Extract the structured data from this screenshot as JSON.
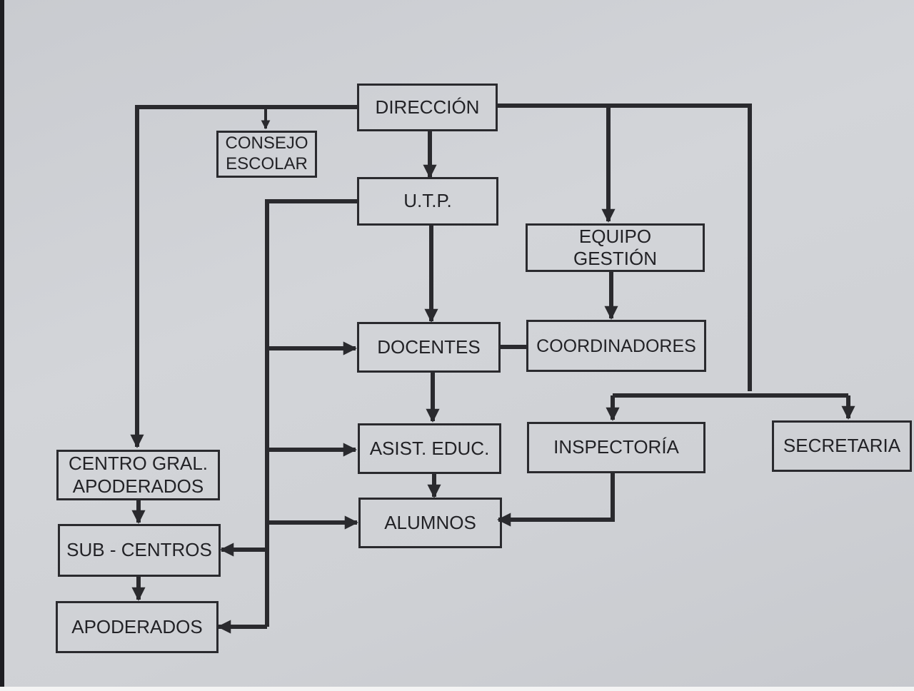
{
  "diagram": {
    "type": "org-chart",
    "nodes": {
      "direccion": "DIRECCIÓN",
      "consejo": "CONSEJO\nESCOLAR",
      "utp": "U.T.P.",
      "equipo": "EQUIPO\nGESTIÓN",
      "docentes": "DOCENTES",
      "coordinadores": "COORDINADORES",
      "asistentes": "ASIST. EDUC.",
      "inspectoria": "INSPECTORÍA",
      "secretaria": "SECRETARIA",
      "alumnos": "ALUMNOS",
      "centro": "CENTRO  GRAL.\nAPODERADOS",
      "subcentros": "SUB - CENTROS",
      "apoderados": "APODERADOS"
    },
    "edges": [
      [
        "direccion",
        "consejo"
      ],
      [
        "direccion",
        "utp"
      ],
      [
        "direccion",
        "centro"
      ],
      [
        "direccion",
        "equipo"
      ],
      [
        "direccion",
        "inspectoria"
      ],
      [
        "direccion",
        "secretaria"
      ],
      [
        "utp",
        "docentes"
      ],
      [
        "utp",
        "asistentes"
      ],
      [
        "utp",
        "alumnos"
      ],
      [
        "utp",
        "subcentros"
      ],
      [
        "utp",
        "apoderados"
      ],
      [
        "equipo",
        "coordinadores"
      ],
      [
        "docentes",
        "coordinadores"
      ],
      [
        "docentes",
        "asistentes"
      ],
      [
        "asistentes",
        "alumnos"
      ],
      [
        "inspectoria",
        "alumnos"
      ],
      [
        "centro",
        "subcentros"
      ],
      [
        "subcentros",
        "apoderados"
      ]
    ],
    "colors": {
      "ink": "#2a2a2e",
      "paper": "#d0d2d6"
    }
  }
}
